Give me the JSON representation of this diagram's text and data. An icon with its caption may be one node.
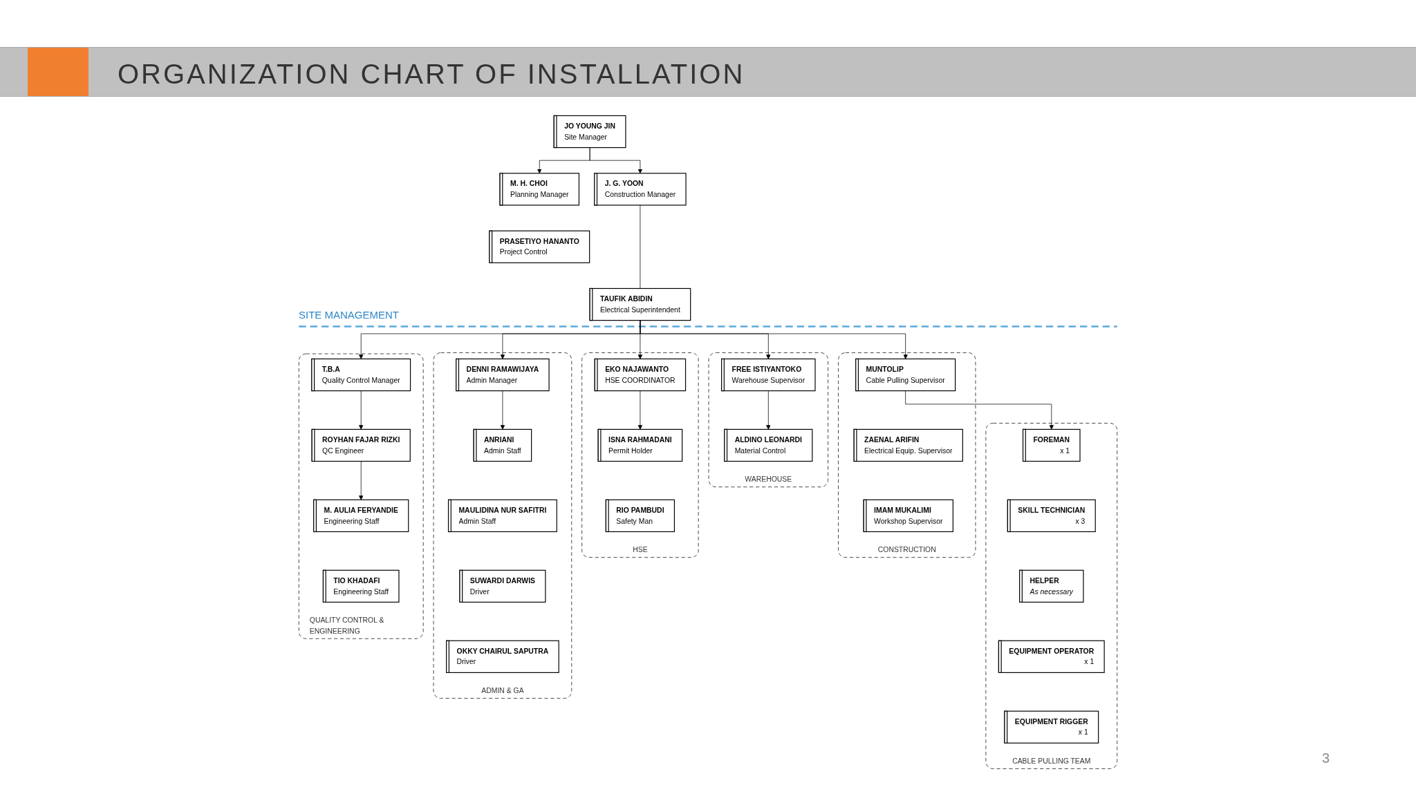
{
  "diagram": {
    "title": "ORGANIZATION CHART OF INSTALLATION",
    "nodes": [
      {
        "text": [
          "JO YOUNG JIN",
          "Site Manager"
        ]
      },
      {
        "text": [
          "M. H. CHOI",
          "Planning Manager"
        ]
      },
      {
        "text": [
          "PRASETIYO HANANTO",
          "Project Control"
        ]
      },
      {
        "text": [
          "J. G. YOON",
          "Construction Manager"
        ]
      },
      {
        "text": [
          "TAUFIK ABIDIN",
          "Electrical Superintendent"
        ]
      },
      {
        "text": [
          "QUALITY CONTROL & ENGINEERING"
        ]
      },
      {
        "text": [
          "T.B.A",
          "Quality Control Manager"
        ],
        "in": 5
      },
      {
        "text": [
          "ROYHAN FAJAR RIZKI",
          "QC Engineer"
        ],
        "in": 5
      },
      {
        "text": [
          "M. AULIA FERYANDIE",
          "Engineering Staff"
        ],
        "in": 5
      },
      {
        "text": [
          "TIO KHADAFI",
          "Engineering Staff"
        ],
        "in": 5
      },
      {
        "text": [
          "ADMIN & GA"
        ]
      },
      {
        "text": [
          "DENNI RAMAWIJAYA",
          "Admin Manager"
        ],
        "in": 10
      },
      {
        "text": [
          "ANRIANI",
          "Admin Staff"
        ],
        "in": 10
      },
      {
        "text": [
          "MAULIDINA NUR SAFITRI",
          "Admin Staff"
        ],
        "in": 10
      },
      {
        "text": [
          "SUWARDI DARWIS",
          "Driver"
        ],
        "in": 10
      },
      {
        "text": [
          "OKKY CHAIRUL SAPUTRA",
          "Driver"
        ],
        "in": 10
      },
      {
        "text": [
          "HSE"
        ]
      },
      {
        "text": [
          "EKO NAJAWANTO",
          "HSE COORDINATOR"
        ],
        "in": 16
      },
      {
        "text": [
          "ISNA RAHMADANI",
          "Permit Holder"
        ],
        "in": 16
      },
      {
        "text": [
          "RIO PAMBUDI",
          "Safety Man"
        ],
        "in": 16
      },
      {
        "text": [
          "WAREHOUSE"
        ]
      },
      {
        "text": [
          "FREE ISTIYANTOKO",
          "Warehouse Supervisor"
        ],
        "in": 20
      },
      {
        "text": [
          "ALDINO LEONARDI",
          "Material Control"
        ],
        "in": 20
      },
      {
        "text": [
          "CONSTRUCTION"
        ]
      },
      {
        "text": [
          "MUNTOLIP",
          "Cable Pulling Supervisor"
        ],
        "in": 23
      },
      {
        "text": [
          "ZAENAL ARIFIN",
          "Electrical Equip. Supervisor"
        ],
        "in": 23
      },
      {
        "text": [
          "IMAM MUKALIMI",
          "Workshop Supervisor"
        ],
        "in": 23
      },
      {
        "text": [
          "CABLE PULLING TEAM"
        ]
      },
      {
        "text": [
          "FOREMAN",
          "x 1"
        ],
        "in": 27
      },
      {
        "text": [
          "SKILL TECHNICIAN",
          "x 3"
        ],
        "in": 27
      },
      {
        "text": [
          "HELPER",
          "As necessary"
        ],
        "in": 27
      },
      {
        "text": [
          "EQUIPMENT OPERATOR",
          "x 1"
        ],
        "in": 27
      },
      {
        "text": [
          "EQUIPMENT RIGGER",
          "x 1"
        ],
        "in": 27
      }
    ],
    "edges": [
      {
        "from": 0,
        "to": 1,
        "arrow": "to"
      },
      {
        "from": 0,
        "to": 3,
        "arrow": "to"
      },
      {
        "from": 3,
        "to": 4,
        "arrow": "none"
      },
      {
        "from": 4,
        "to": 6,
        "arrow": "to"
      },
      {
        "from": 4,
        "to": 11,
        "arrow": "to"
      },
      {
        "from": 4,
        "to": 17,
        "arrow": "to"
      },
      {
        "from": 4,
        "to": 21,
        "arrow": "to"
      },
      {
        "from": 4,
        "to": 24,
        "arrow": "to"
      },
      {
        "from": 6,
        "to": 7,
        "arrow": "to"
      },
      {
        "from": 7,
        "to": 8,
        "arrow": "to"
      },
      {
        "from": 11,
        "to": 12,
        "arrow": "to"
      },
      {
        "from": 17,
        "to": 18,
        "arrow": "to"
      },
      {
        "from": 21,
        "to": 22,
        "arrow": "to"
      },
      {
        "from": 24,
        "to": 28,
        "arrow": "to"
      }
    ],
    "labels": [
      "SITE MANAGEMENT",
      "3"
    ]
  }
}
